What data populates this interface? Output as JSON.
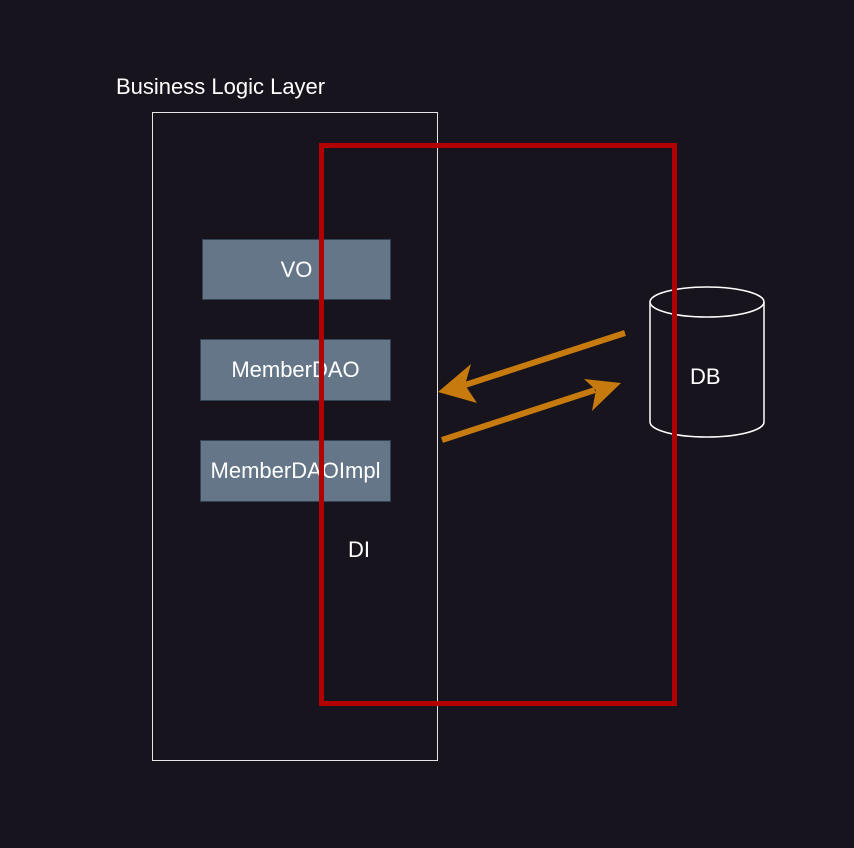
{
  "diagram": {
    "layer_title": "Business Logic Layer",
    "components": {
      "vo": "VO",
      "member_dao": "MemberDAO",
      "member_dao_impl": "MemberDAOImpl"
    },
    "di_label": "DI",
    "db_label": "DB"
  },
  "colors": {
    "background": "#18141d",
    "component_fill": "#647687",
    "component_border": "#314354",
    "di_frame": "#b20000",
    "arrow": "#c77b0e",
    "outline": "#ffffff"
  }
}
